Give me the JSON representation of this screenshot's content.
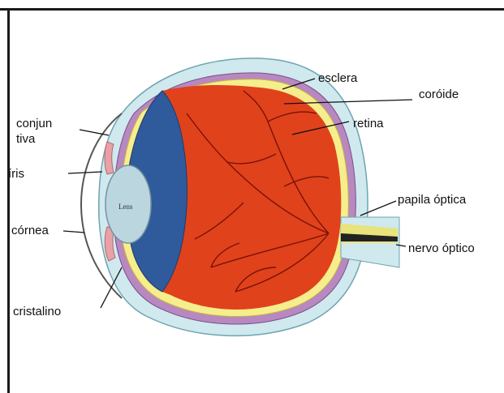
{
  "labels": {
    "esclera": "esclera",
    "coroide": "coróide",
    "retina": "retina",
    "papila": "papila óptica",
    "nervo": "nervo óptico",
    "conjuntiva_1": "conjun",
    "conjuntiva_2": "tiva",
    "iris": "íris",
    "cornea": "córnea",
    "cristalino": "cristalino",
    "lens": "Lens"
  },
  "colors": {
    "sclera": "#cfe9ee",
    "choroid": "#b888c0",
    "retina_band": "#f6ee8c",
    "interior": "#e0421c",
    "vessels": "#7a1206",
    "vitreous_blue": "#2f5b9c",
    "lens": "#bcd6e0",
    "iris": "#e8a2a6",
    "optic_nerve": "#e8e37a"
  }
}
